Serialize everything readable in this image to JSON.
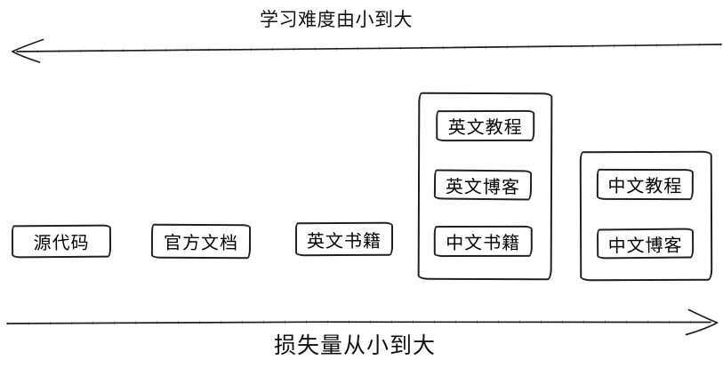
{
  "diagram": {
    "colors": {
      "stroke": "#1f1f1f",
      "text": "#000000",
      "background": "#ffffff"
    },
    "top_axis": {
      "label": "学习难度由小到大",
      "direction": "left"
    },
    "bottom_axis": {
      "label": "损失量从小到大",
      "direction": "right"
    },
    "standalone_boxes": [
      {
        "label": "源代码"
      },
      {
        "label": "官方文档"
      },
      {
        "label": "英文书籍"
      }
    ],
    "groups": [
      {
        "items": [
          {
            "label": "英文教程"
          },
          {
            "label": "英文博客"
          },
          {
            "label": "中文书籍"
          }
        ]
      },
      {
        "items": [
          {
            "label": "中文教程"
          },
          {
            "label": "中文博客"
          }
        ]
      }
    ]
  }
}
